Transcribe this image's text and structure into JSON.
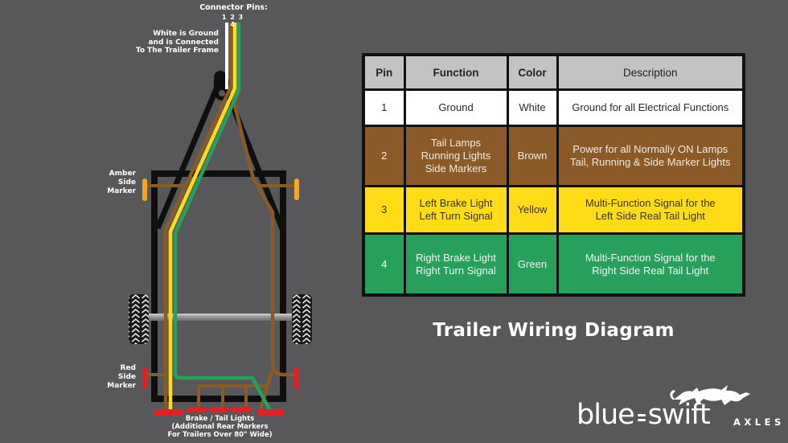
{
  "diagram": {
    "connector_pins_label": "Connector Pins:",
    "pin_numbers": "1 2 3 4",
    "ground_note": "White is Ground\nand is Connected\nTo The Trailer Frame",
    "amber_marker_label": "Amber\nSide\nMarker",
    "red_marker_label": "Red\nSide\nMarker",
    "brake_lights_label": "Brake / Tail Lights\n(Additional Rear Markers\nFor Trailers Over 80\" Wide)"
  },
  "table": {
    "headers": [
      "Pin",
      "Function",
      "Color",
      "Description"
    ],
    "rows": [
      {
        "pin": "1",
        "function": "Ground",
        "color": "White",
        "description": "Ground for all Electrical Functions"
      },
      {
        "pin": "2",
        "function": "Tail Lamps\nRunning Lights\nSide Markers",
        "color": "Brown",
        "description": "Power for all Normally ON Lamps\nTail, Running & Side Marker Lights"
      },
      {
        "pin": "3",
        "function": "Left Brake Light\nLeft Turn Signal",
        "color": "Yellow",
        "description": "Multi-Function Signal for the\nLeft Side Real Tail Light"
      },
      {
        "pin": "4",
        "function": "Right Brake Light\nRight Turn Signal",
        "color": "Green",
        "description": "Multi-Function Signal for the\nRight Side Real Tail Light"
      }
    ]
  },
  "title": "Trailer Wiring Diagram",
  "logo": {
    "part1": "blue",
    "part2": "swift",
    "suffix": "AXLES"
  },
  "colors": {
    "background": "#58585a",
    "frame_black": "#0f0f0f",
    "wire_white": "#ffffff",
    "wire_brown": "#8a5a28",
    "wire_yellow": "#ffdc15",
    "wire_green": "#27a05c",
    "marker_amber": "#f7a71d",
    "light_red": "#e12026",
    "table_header_bg": "#c3c3c3",
    "row_white_bg": "#ffffff",
    "row_brown_bg": "#8a5a28",
    "row_yellow_bg": "#ffdc15",
    "row_green_bg": "#27a05c",
    "text_light": "#ffffff",
    "text_dark": "#232323"
  }
}
